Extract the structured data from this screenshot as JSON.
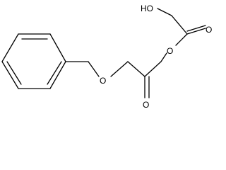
{
  "molecule": {
    "atoms": {
      "hydroxyl": "HO",
      "carbonyl_oxygen_1": "O",
      "ester_oxygen_1": "O",
      "ester_oxygen_2": "O",
      "carbonyl_oxygen_2": "O"
    }
  }
}
